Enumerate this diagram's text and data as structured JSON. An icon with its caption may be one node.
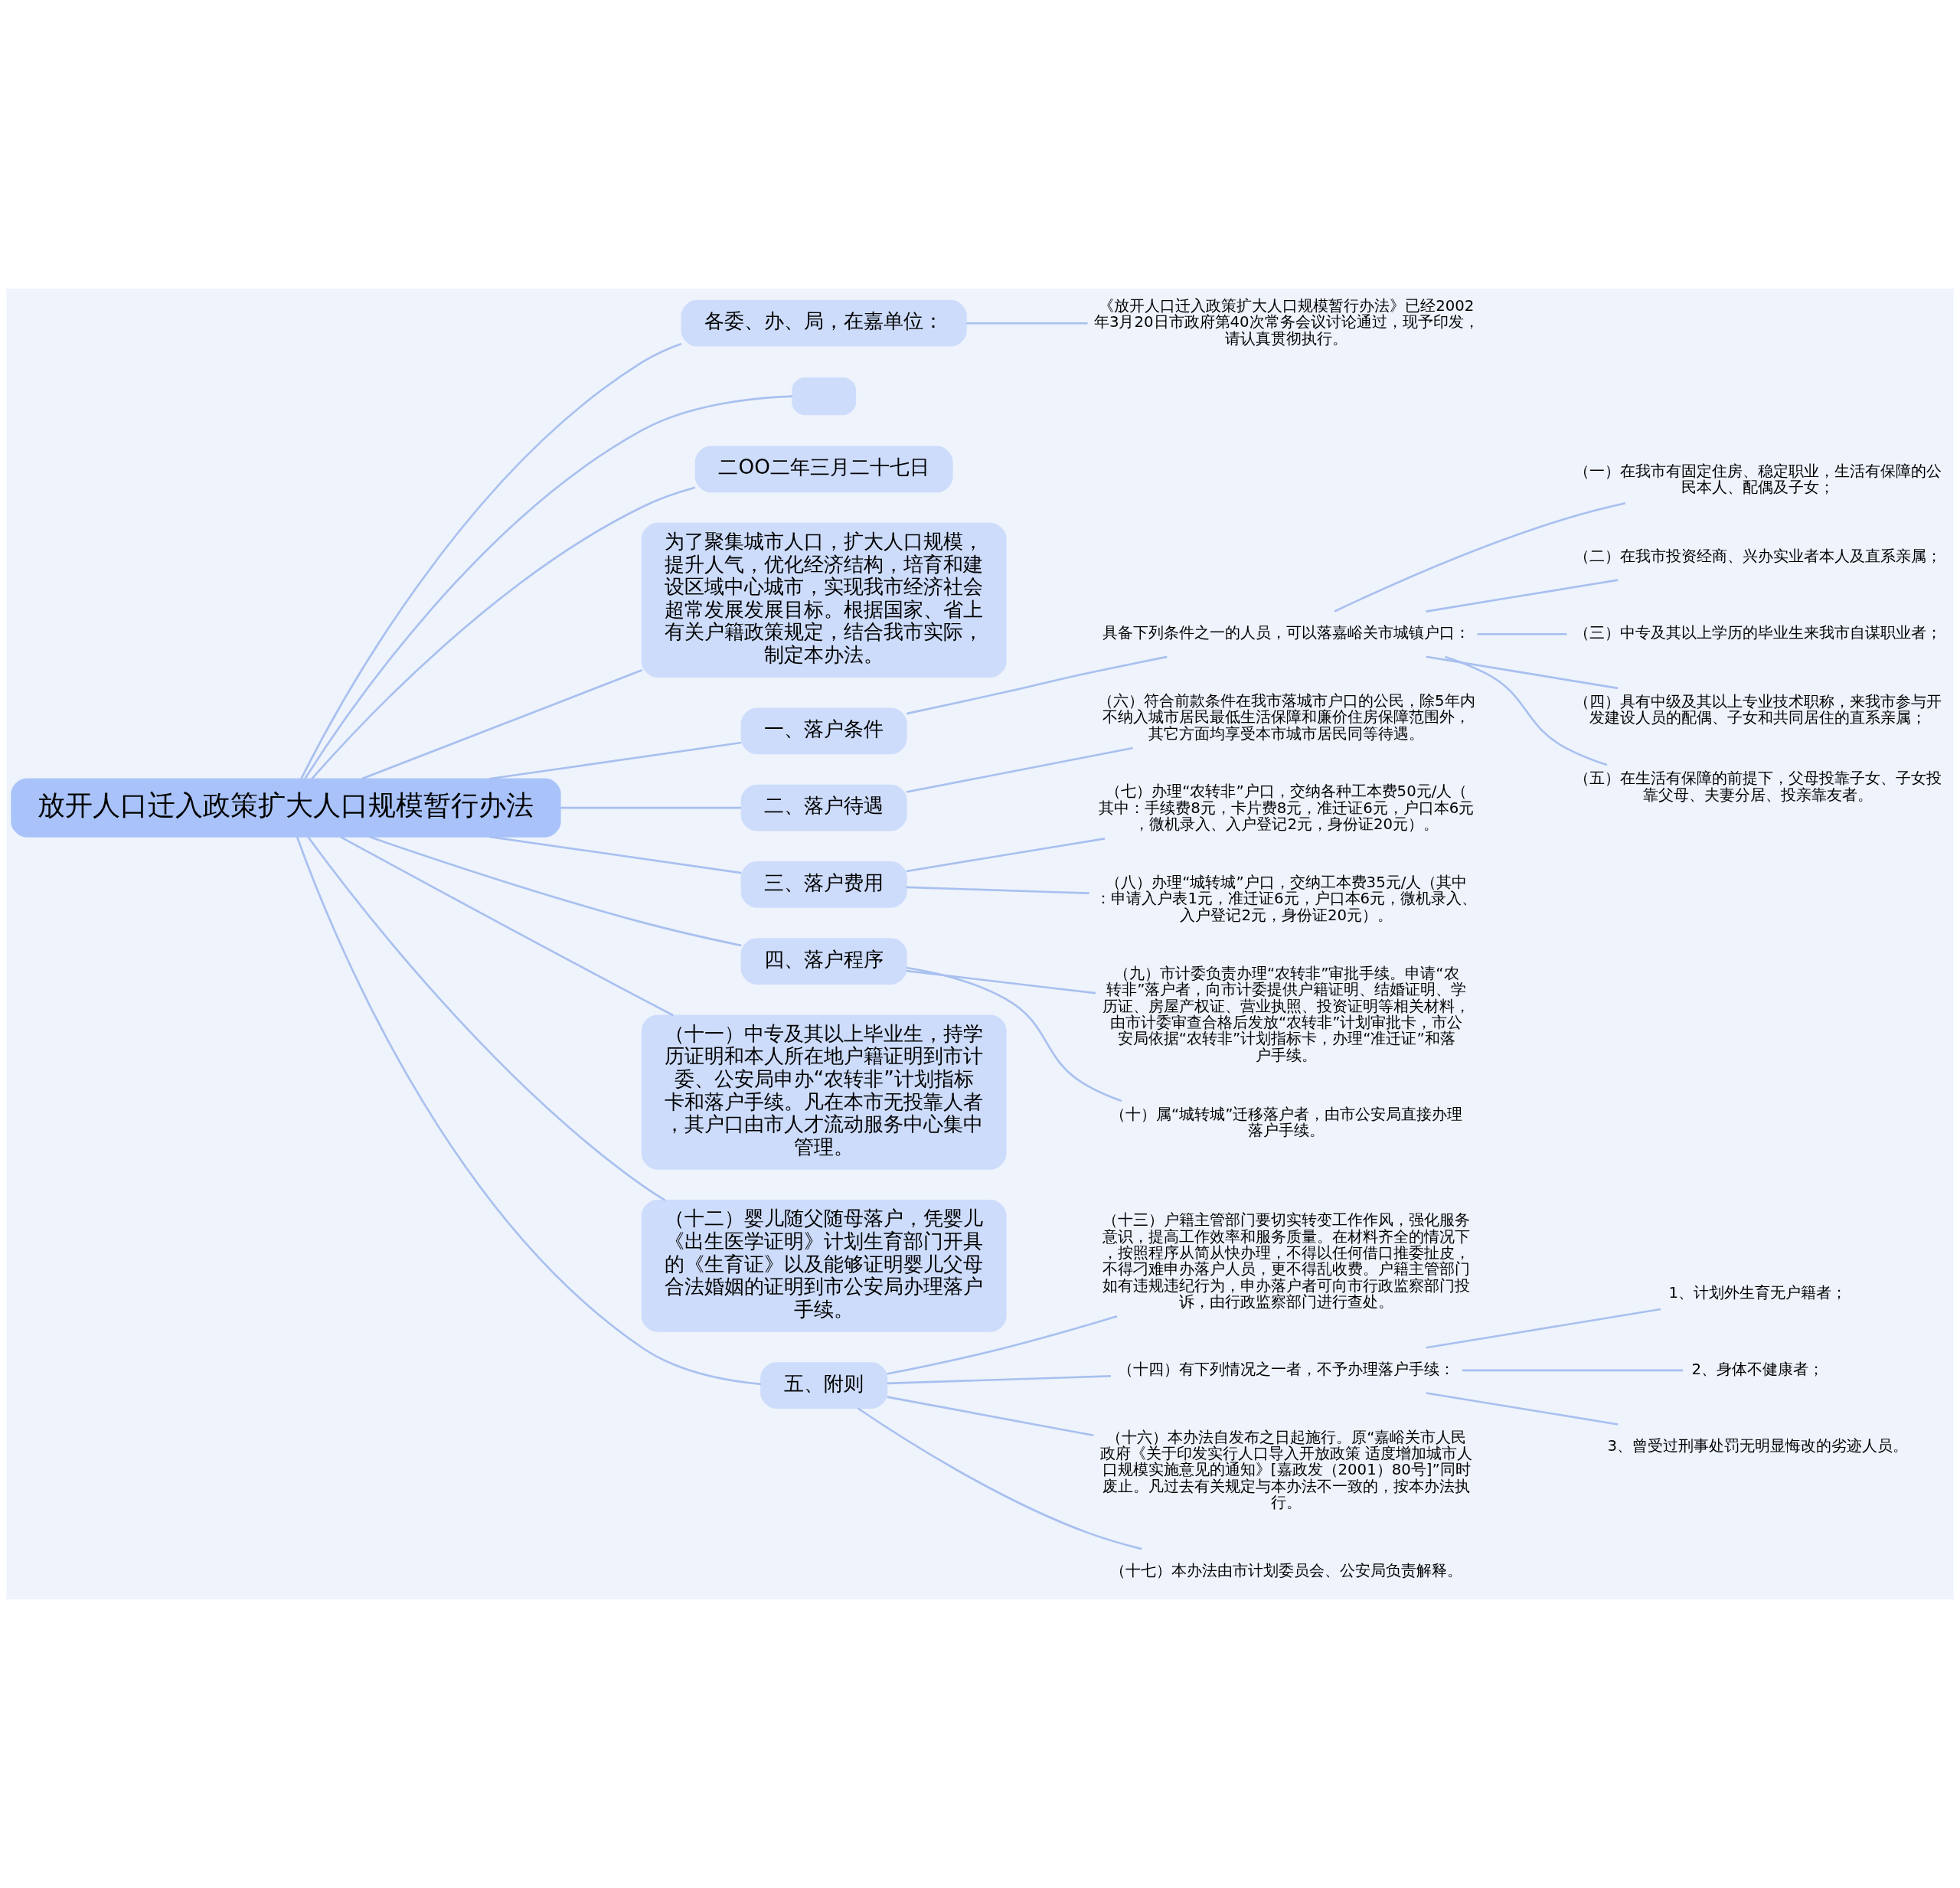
{
  "diagram": {
    "nodes": [
      {
        "text": [
          "放开人口迁入政策扩大人口规模暂行办法"
        ]
      },
      {
        "text": [
          "各委、办、局，在嘉单位："
        ]
      },
      {
        "text": [
          "《放开人口迁入政策扩大人口规模暂行办法》已经2002年3月20日市政府第40次常务会议讨论通过，现予印发，请认真贯彻执行。"
        ]
      },
      {
        "text": [],
        "shape": "box"
      },
      {
        "text": [
          "二OO二年三月二十七日"
        ]
      },
      {
        "text": [
          "为了聚集城市人口，扩大人口规模，提升人气，优化经济结构，培育和建设区域中心城市，实现我市经济社会超常发展发展目标。根据国家、省上有关户籍政策规定，结合我市实际，制定本办法。"
        ]
      },
      {
        "text": [
          "一、落户条件"
        ]
      },
      {
        "text": [
          "具备下列条件之一的人员，可以落嘉峪关市城镇户口："
        ]
      },
      {
        "text": [
          "（一）在我市有固定住房、稳定职业，生活有保障的公民本人、配偶及子女；"
        ]
      },
      {
        "text": [
          "（二）在我市投资经商、兴办实业者本人及直系亲属；"
        ]
      },
      {
        "text": [
          "（三）中专及其以上学历的毕业生来我市自谋职业者；"
        ]
      },
      {
        "text": [
          "（四）具有中级及其以上专业技术职称，来我市参与开发建设人员的配偶、子女和共同居住的直系亲属；"
        ]
      },
      {
        "text": [
          "（五）在生活有保障的前提下，父母投靠子女、子女投靠父母、夫妻分居、投亲靠友者。"
        ]
      },
      {
        "text": [
          "（六）符合前款条件在我市落城市户口的公民，除5年内不纳入城市居民最低生活保障和廉价住房保障范围外，其它方面均享受本市城市居民同等待遇。"
        ]
      },
      {
        "text": [
          "二、落户待遇"
        ]
      },
      {
        "text": [
          "三、落户费用"
        ]
      },
      {
        "text": [
          "（七）办理“农转非”户口，交纳各种工本费50元/人（其中：手续费8元，卡片费8元，准迁证6元，户口本6元，微机录入、入户登记2元，身份证20元）。"
        ]
      },
      {
        "text": [
          "（八）办理“城转城”户口，交纳工本费35元/人（其中：申请入户表1元，准迁证6元，户口本6元，微机录入、入户登记2元，身份证20元）。"
        ]
      },
      {
        "text": [
          "（九）市计委负责办理“农转非”审批手续。申请“农转非”落户者，向市计委提供户籍证明、结婚证明、学历证、房屋产权证、营业执照、投资证明等相关材料，由市计委审查合格后发放“农转非”计划审批卡，市公安局依据“农转非”计划指标卡，办理“准迁证”和落户手续。"
        ]
      },
      {
        "text": [
          "四、落户程序"
        ]
      },
      {
        "text": [
          "（十）属“城转城”迁移落户者，由市公安局直接办理落户手续。"
        ]
      },
      {
        "text": [
          "（十一）中专及其以上毕业生，持学历证明和本人所在地户籍证明到市计委、公安局申办“农转非”计划指标卡和落户手续。凡在本市无投靠人者，其户口由市人才流动服务中心集中管理。"
        ]
      },
      {
        "text": [
          "（十二）婴儿随父随母落户，凭婴儿《出生医学证明》计划生育部门开具的《生育证》以及能够证明婴儿父母合法婚姻的证明到市公安局办理落户手续。"
        ]
      },
      {
        "text": [
          "五、附则"
        ]
      },
      {
        "text": [
          "（十三）户籍主管部门要切实转变工作作风，强化服务意识，提高工作效率和服务质量。在材料齐全的情况下，按照程序从简从快办理，不得以任何借口推委扯皮，不得刁难申办落户人员，更不得乱收费。户籍主管部门如有违规违纪行为，申办落户者可向市行政监察部门投诉，由行政监察部门进行查处。"
        ]
      },
      {
        "text": [
          "（十四）有下列情况之一者，不予办理落户手续："
        ]
      },
      {
        "text": [
          "1、计划外生育无户籍者；"
        ]
      },
      {
        "text": [
          "2、身体不健康者；"
        ]
      },
      {
        "text": [
          "3、曾受过刑事处罚无明显悔改的劣迹人员。"
        ]
      },
      {
        "text": [
          "（十六）本办法自发布之日起施行。原“嘉峪关市人民政府《关于印发实行人口导入开放政策 适度增加城市人口规模实施意见的通知》[嘉政发（2001）80号]”同时废止。凡过去有关规定与本办法不一致的，按本办法执行。"
        ]
      },
      {
        "text": [
          "（十七）本办法由市计划委员会、公安局负责解释。"
        ]
      }
    ],
    "edges": [
      {
        "from": 0,
        "to": 1,
        "arrow": "none"
      },
      {
        "from": 1,
        "to": 2,
        "arrow": "none"
      },
      {
        "from": 0,
        "to": 3,
        "arrow": "none"
      },
      {
        "from": 0,
        "to": 4,
        "arrow": "none"
      },
      {
        "from": 0,
        "to": 5,
        "arrow": "none"
      },
      {
        "from": 0,
        "to": 6,
        "arrow": "none"
      },
      {
        "from": 6,
        "to": 7,
        "arrow": "none"
      },
      {
        "from": 7,
        "to": 8,
        "arrow": "none"
      },
      {
        "from": 7,
        "to": 9,
        "arrow": "none"
      },
      {
        "from": 7,
        "to": 10,
        "arrow": "none"
      },
      {
        "from": 7,
        "to": 11,
        "arrow": "none"
      },
      {
        "from": 7,
        "to": 12,
        "arrow": "none"
      },
      {
        "from": 0,
        "to": 14,
        "arrow": "none"
      },
      {
        "from": 14,
        "to": 13,
        "arrow": "none"
      },
      {
        "from": 0,
        "to": 15,
        "arrow": "none"
      },
      {
        "from": 15,
        "to": 16,
        "arrow": "none"
      },
      {
        "from": 15,
        "to": 17,
        "arrow": "none"
      },
      {
        "from": 0,
        "to": 19,
        "arrow": "none"
      },
      {
        "from": 19,
        "to": 18,
        "arrow": "none"
      },
      {
        "from": 19,
        "to": 20,
        "arrow": "none"
      },
      {
        "from": 0,
        "to": 21,
        "arrow": "none"
      },
      {
        "from": 0,
        "to": 22,
        "arrow": "none"
      },
      {
        "from": 0,
        "to": 23,
        "arrow": "none"
      },
      {
        "from": 23,
        "to": 24,
        "arrow": "none"
      },
      {
        "from": 23,
        "to": 25,
        "arrow": "none"
      },
      {
        "from": 25,
        "to": 26,
        "arrow": "none"
      },
      {
        "from": 25,
        "to": 27,
        "arrow": "none"
      },
      {
        "from": 25,
        "to": 28,
        "arrow": "none"
      },
      {
        "from": 23,
        "to": 29,
        "arrow": "none"
      },
      {
        "from": 23,
        "to": 30,
        "arrow": "none"
      }
    ]
  }
}
